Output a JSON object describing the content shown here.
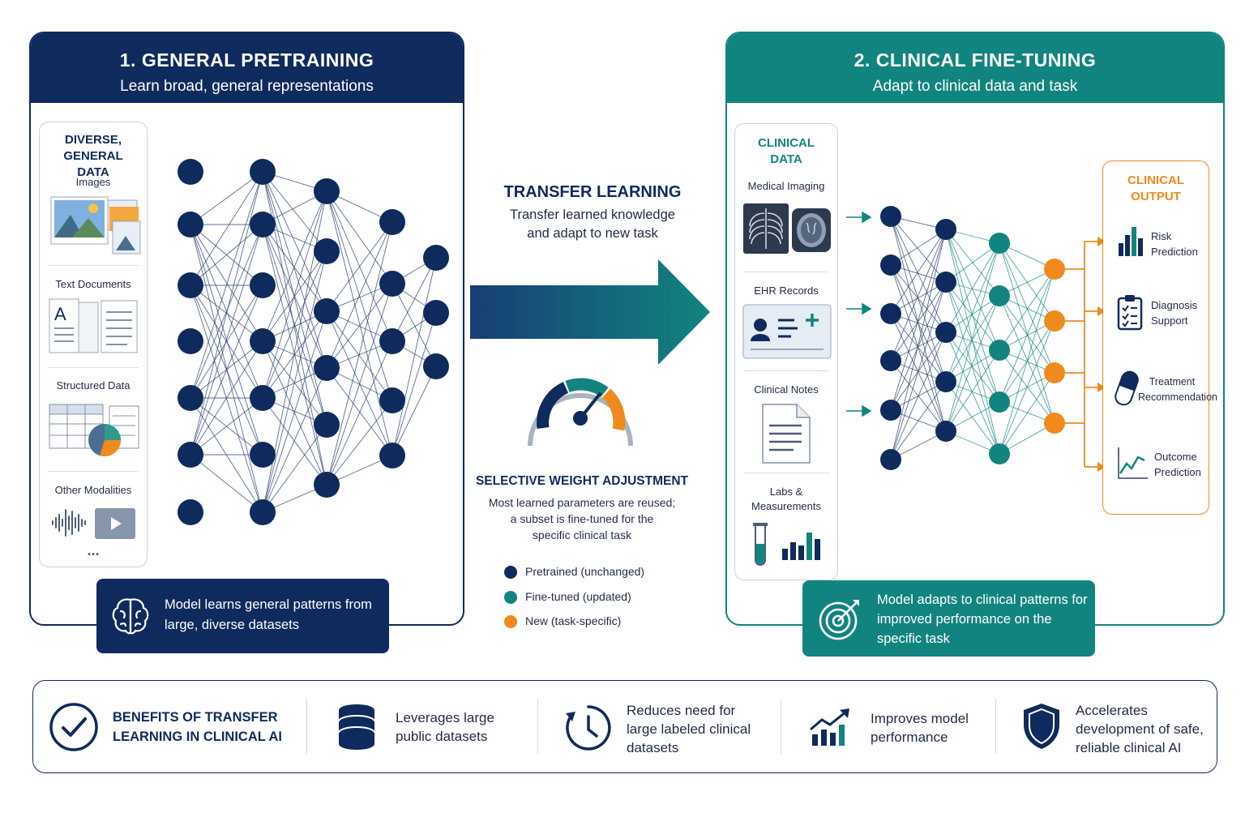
{
  "pretraining": {
    "title": "1. GENERAL PRETRAINING",
    "subtitle": "Learn broad, general representations",
    "data_title": "DIVERSE, GENERAL DATA",
    "items": [
      "Images",
      "Text Documents",
      "Structured Data",
      "Other Modalities"
    ],
    "more": "...",
    "caption": "Model learns general patterns from large, diverse datasets"
  },
  "transfer": {
    "title": "TRANSFER LEARNING",
    "subtitle_line1": "Transfer learned knowledge",
    "subtitle_line2": "and adapt to new task",
    "adjust_title": "SELECTIVE WEIGHT ADJUSTMENT",
    "adjust_line1": "Most learned parameters are reused;",
    "adjust_line2": "a subset is fine-tuned for the",
    "adjust_line3": "specific clinical task"
  },
  "legend": [
    {
      "label": "Pretrained (unchanged)",
      "color": "#0f2a5c"
    },
    {
      "label": "Fine-tuned (updated)",
      "color": "#12847f"
    },
    {
      "label": "New (task-specific)",
      "color": "#f08a1c"
    }
  ],
  "finetuning": {
    "title": "2. CLINICAL FINE-TUNING",
    "subtitle": "Adapt to clinical data and task",
    "data_title_line1": "CLINICAL",
    "data_title_line2": "DATA",
    "items": [
      "Medical Imaging",
      "EHR Records",
      "Clinical Notes",
      "Labs &",
      "Measurements"
    ],
    "output_title_line1": "CLINICAL",
    "output_title_line2": "OUTPUT",
    "outputs": [
      {
        "l1": "Risk",
        "l2": "Prediction"
      },
      {
        "l1": "Diagnosis",
        "l2": "Support"
      },
      {
        "l1": "Treatment",
        "l2": "Recommendation"
      },
      {
        "l1": "Outcome",
        "l2": "Prediction"
      }
    ],
    "caption": "Model adapts to clinical patterns for improved performance on the specific task"
  },
  "benefits": {
    "title_line1": "BENEFITS OF TRANSFER",
    "title_line2": "LEARNING IN CLINICAL AI",
    "items": [
      {
        "l1": "Leverages large",
        "l2": "public datasets",
        "l3": ""
      },
      {
        "l1": "Reduces need for",
        "l2": "large labeled clinical",
        "l3": "datasets"
      },
      {
        "l1": "Improves model",
        "l2": "performance",
        "l3": ""
      },
      {
        "l1": "Accelerates",
        "l2": "development of safe,",
        "l3": "reliable clinical AI"
      }
    ]
  },
  "colors": {
    "navy": "#0f2a5c",
    "teal": "#12847f",
    "orange": "#f08a1c"
  }
}
